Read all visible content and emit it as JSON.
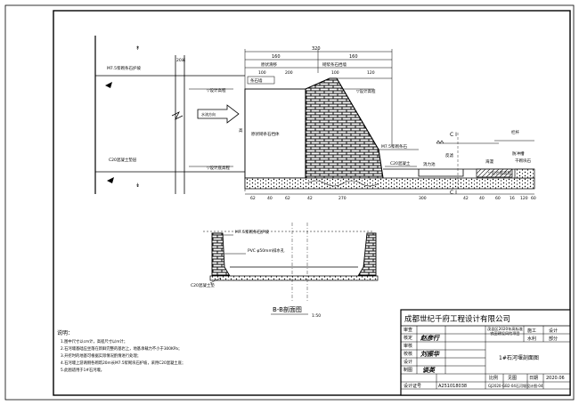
{
  "top_dims": {
    "total": "320",
    "left": "160",
    "right": "160",
    "sub": [
      "100",
      "200",
      "100",
      "120"
    ]
  },
  "labels": {
    "zone_a": "原状滑移",
    "zone_b": "砌浆条石挡墙",
    "top_strip": "条石墙",
    "side_mark": "20米",
    "m75_left": "M7.5浆砌条石护坡",
    "c20_left": "C20混凝土垫层",
    "top_elev": "▽设计高程",
    "bottom_elev": "▽设计底高程",
    "flow": "水流方向",
    "left_box": "原状砌条石挡体",
    "m75_right": "M7.5浆砌条石",
    "c20_right": "C20混凝土",
    "apron": "消力池",
    "riprap": "海漫",
    "filter": "反滤",
    "ditch": "千砌块石",
    "guard": "防冲槽",
    "fence": "栏杆",
    "ci_top": "C I",
    "ci_bot": "C I",
    "wall_h": "高",
    "bottom_dims": [
      "62",
      "40",
      "62",
      "42",
      "270",
      "300",
      "42",
      "40",
      "60",
      "16",
      "120",
      "60"
    ],
    "left_dims": [
      "2",
      "4"
    ]
  },
  "bb": {
    "m75": "M7.5浆砌条石护坡",
    "pvc": "PVC φ50mm排水孔",
    "c20": "C20混凝土垫",
    "title": "B-B剖面图",
    "scale": "1:50"
  },
  "notes": {
    "heading": "说明：",
    "items": [
      "1.图中尺寸以cm计，高程尺寸以m计；",
      "2.石河堰基础应坐落在新鲜完整的基岩上，地基承载力不小于300KPa；",
      "3.开挖时的地基可根据实际情况酌情进行处理；",
      "4.石河堰上游两侧各砌筑20m长M7.5浆砌块石护坡，采用C20混凝土底；",
      "5.此图适用于1#石河堰。"
    ]
  },
  "title_block": {
    "company": "成都世纪千府工程设计有限公司",
    "project": "茂县区2020年高标准农田建设风险项目",
    "stage_label": "施工",
    "stage_value": "设计",
    "dept_label": "水利",
    "dept_value": "部分",
    "roles": [
      "审查",
      "核定",
      "审核",
      "校核",
      "设计",
      "制图"
    ],
    "signatures": [
      "赵彦行",
      "刘振华",
      "谈英"
    ],
    "drawing_name": "1#石河堰剖面图",
    "cert_label": "设计证号",
    "cert_no": "A251018038",
    "scale_label": "比例",
    "scale_value": "见图",
    "date_label": "日期",
    "date_value": "2020.06",
    "drawing_no": "GJ2020-GB2-04石河堰设计图-04"
  }
}
